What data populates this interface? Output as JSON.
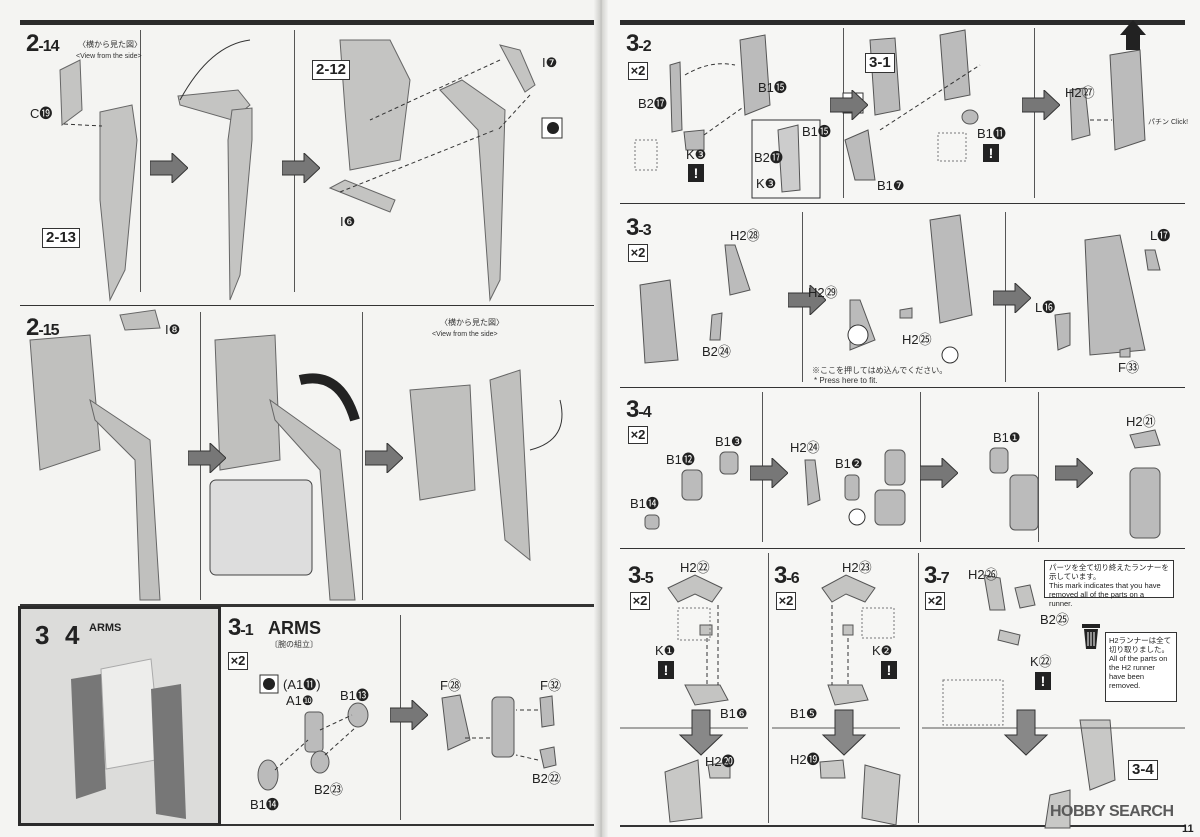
{
  "left_page": {
    "step_2_14": {
      "num": "2",
      "sub": "-14",
      "view_jp": "〈横から見た図〉",
      "view_en": "<View from the side>",
      "labels": [
        "C⓳",
        "2-13",
        "2-12",
        "I❼",
        "I❻"
      ]
    },
    "step_2_15": {
      "num": "2",
      "sub": "-15",
      "view_jp": "〈横から見た図〉",
      "view_en": "<View from the side>",
      "labels": [
        "I❽"
      ]
    },
    "section": {
      "n1": "3",
      "n2": "4",
      "title": "ARMS"
    },
    "step_3_1": {
      "num": "3",
      "sub": "-1",
      "title": "ARMS",
      "title_jp": "〔腕の組立〕",
      "qty": "×2",
      "labels": [
        "(A1⓫)",
        "A1❿",
        "B1⓭",
        "B2㉓",
        "B1⓮",
        "F㉘",
        "F㉜",
        "B2㉒"
      ]
    }
  },
  "right_page": {
    "step_3_2": {
      "num": "3",
      "sub": "-2",
      "qty": "×2",
      "labels": [
        "B1⓯",
        "B2⓱",
        "K❸",
        "B1⓯",
        "B2⓱",
        "K❸",
        "3-1",
        "B1⓫",
        "B1❼",
        "H2㉗"
      ],
      "click": "パチン Click!"
    },
    "step_3_3": {
      "num": "3",
      "sub": "-3",
      "qty": "×2",
      "labels": [
        "H2㉘",
        "B2㉔",
        "H2㉙",
        "H2㉕",
        "L⓱",
        "L⓰",
        "F㉝"
      ],
      "note_jp": "※ここを押してはめ込んでください。",
      "note_en": "* Press here to fit."
    },
    "step_3_4": {
      "num": "3",
      "sub": "-4",
      "qty": "×2",
      "labels": [
        "B1⓬",
        "B1❸",
        "B1⓮",
        "H2㉔",
        "B1❷",
        "B1❶",
        "H2㉑"
      ]
    },
    "step_3_5": {
      "num": "3",
      "sub": "-5",
      "qty": "×2",
      "labels": [
        "H2㉒",
        "K❶",
        "B1❻",
        "H2⓴"
      ]
    },
    "step_3_6": {
      "num": "3",
      "sub": "-6",
      "qty": "×2",
      "labels": [
        "H2㉓",
        "K❷",
        "B1❺",
        "H2⓳"
      ]
    },
    "step_3_7": {
      "num": "3",
      "sub": "-7",
      "qty": "×2",
      "labels": [
        "H2㉖",
        "B2㉕",
        "K㉒",
        "3-4"
      ],
      "bubble_jp": "パーツを全て切り終えたランナーを示しています。",
      "bubble_en": "This mark indicates that you have removed all of the parts on a runner.",
      "runner_jp": "H2ランナーは全て切り取りました。",
      "runner_en": "All of the parts on the H2 runner have been removed."
    },
    "watermark": "HOBBY SEARCH",
    "page_number": "11"
  },
  "colors": {
    "ink": "#222222",
    "part": "#b5b5b3",
    "bar": "#2b2b2b"
  }
}
